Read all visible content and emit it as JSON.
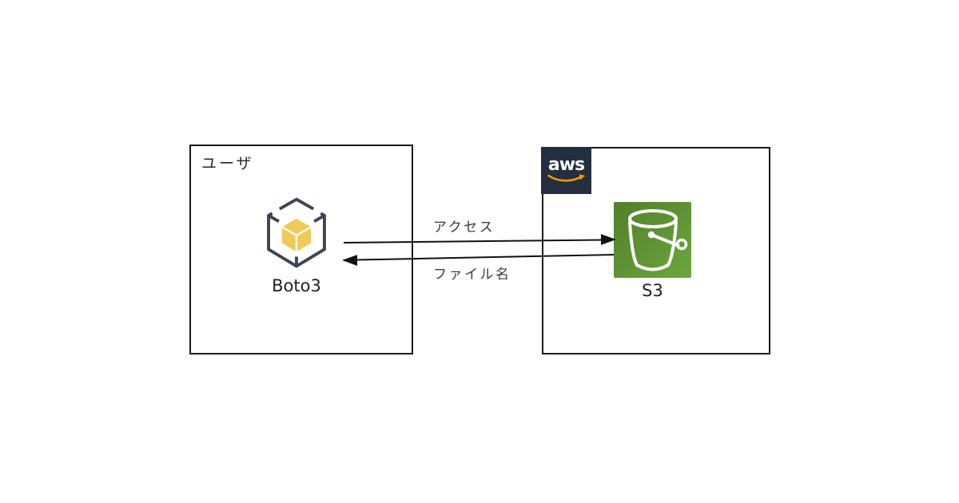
{
  "diagram": {
    "user_box": {
      "label": "ユーザ",
      "node": {
        "label": "Boto3",
        "icon": "boto3-cube-icon"
      }
    },
    "aws_box": {
      "logo_text": "aws",
      "logo_icon": "aws-smile-icon",
      "node": {
        "label": "S3",
        "icon": "s3-bucket-icon"
      }
    },
    "arrows": [
      {
        "label": "アクセス",
        "direction": "right"
      },
      {
        "label": "ファイル名",
        "direction": "left"
      }
    ],
    "colors": {
      "box_border": "#1a1a1a",
      "aws_navy": "#232f3e",
      "aws_orange": "#ff9900",
      "s3_green_dark": "#527f2a",
      "s3_green_light": "#6ca63e",
      "boto3_yellow": "#f0ca58",
      "wireframe_gray": "#3e4450",
      "text_dark": "#262626",
      "arrow_black": "#111111"
    }
  }
}
